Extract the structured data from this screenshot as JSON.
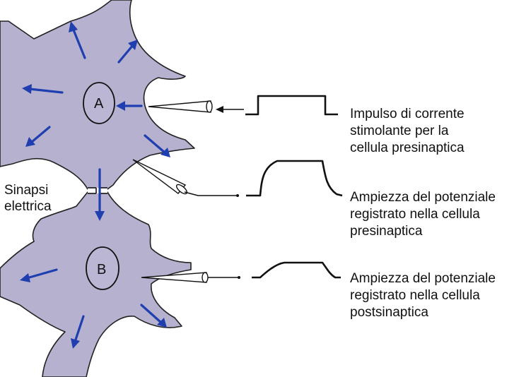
{
  "cells": {
    "a_label": "A",
    "b_label": "B"
  },
  "synapse_label": {
    "line1": "Sinapsi",
    "line2": "elettrica"
  },
  "annotations": [
    {
      "lines": [
        "Impulso di corrente",
        "stimolante per la",
        "cellula presinaptica"
      ]
    },
    {
      "lines": [
        "Ampiezza del potenziale",
        "registrato nella cellula",
        "presinaptica"
      ]
    },
    {
      "lines": [
        "Ampiezza del potenziale",
        "registrato nella cellula",
        "postsinaptica"
      ]
    }
  ],
  "colors": {
    "cell_fill": "#b6b1cf",
    "arrow": "#1f3fb0",
    "outline": "#111111"
  }
}
